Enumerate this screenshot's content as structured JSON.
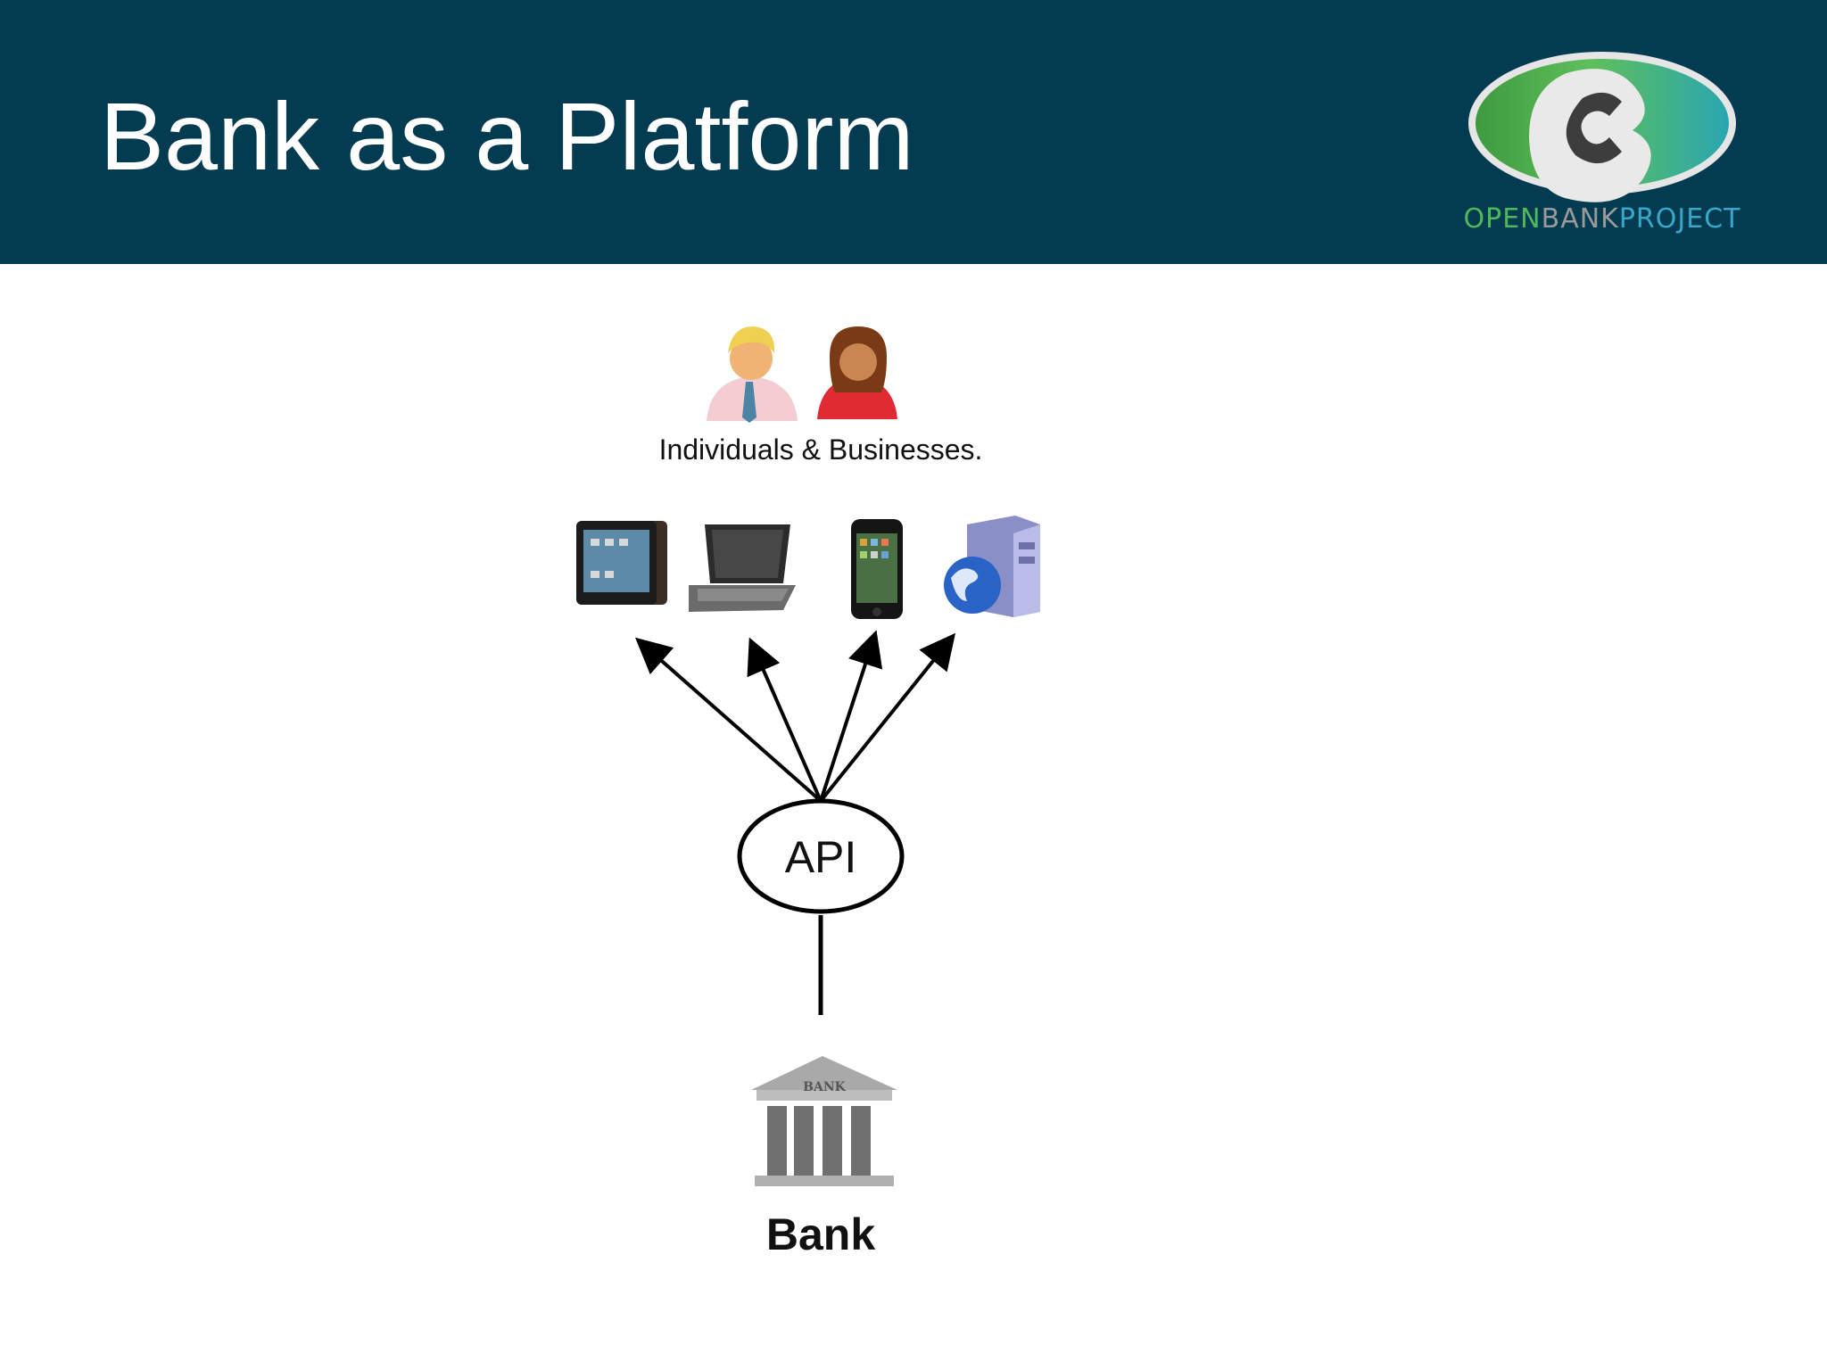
{
  "slide": {
    "title": "Bank as a Platform"
  },
  "logo": {
    "word_open": "OPEN",
    "word_bank": "BANK",
    "word_project": "PROJECT"
  },
  "diagram": {
    "users_caption": "Individuals & Businesses.",
    "api_label": "API",
    "bank_label": "Bank",
    "bank_sign": "BANK",
    "icons": [
      "man-user-icon",
      "woman-user-icon",
      "tablet-icon",
      "laptop-icon",
      "smartphone-icon",
      "web-server-icon",
      "bank-building-icon"
    ],
    "connections": [
      {
        "from": "API",
        "to": "tablet"
      },
      {
        "from": "API",
        "to": "laptop"
      },
      {
        "from": "API",
        "to": "smartphone"
      },
      {
        "from": "API",
        "to": "web-server"
      },
      {
        "from": "Bank",
        "to": "API"
      }
    ]
  },
  "colors": {
    "header_bg": "#033b51",
    "logo_green": "#4fb85a",
    "logo_teal": "#3aa6c8"
  }
}
